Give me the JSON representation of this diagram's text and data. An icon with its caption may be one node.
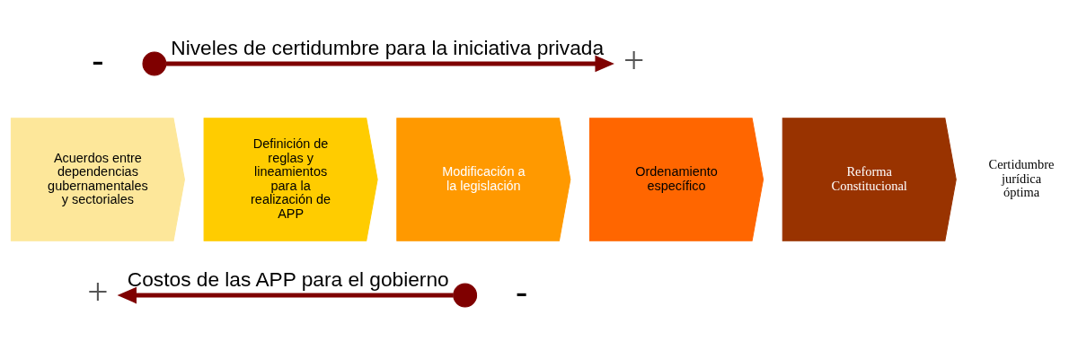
{
  "diagram": {
    "nodes": [
      {
        "text": [],
        "shape": "circle"
      },
      {
        "text": [
          "+"
        ]
      },
      {
        "text": [
          "Acuerdos entre dependencias gubernamentales y sectoriales"
        ]
      },
      {
        "text": [
          "Definición de reglas y lineamientos para la realización de APP"
        ]
      },
      {
        "text": [
          "Modificación a la legislación"
        ]
      },
      {
        "text": [
          "Ordenamiento específico"
        ]
      },
      {
        "text": [
          "Reforma Constitucional"
        ]
      },
      {
        "text": [
          "+"
        ]
      },
      {
        "text": [],
        "shape": "circle"
      }
    ],
    "edges": [
      {
        "from": 0,
        "to": 1,
        "arrow": "to",
        "label": "Niveles de certidumbre para la iniciativa privada"
      },
      {
        "from": 8,
        "to": 7,
        "arrow": "to",
        "label": "Costos de las APP para el gobierno"
      }
    ],
    "labels": [
      "-",
      "Certidumbre jurídica óptima",
      "-"
    ]
  }
}
